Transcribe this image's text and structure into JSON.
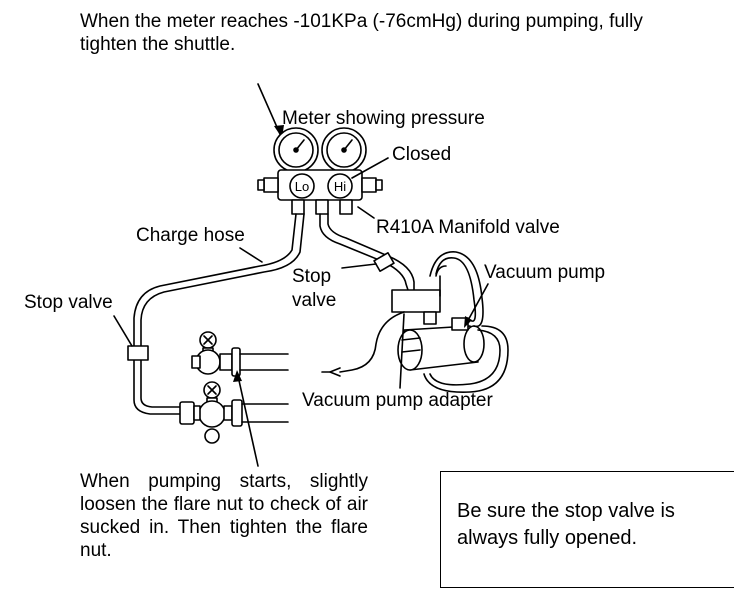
{
  "notes": {
    "top": "When the meter reaches -101KPa (-76cmHg) during pumping, fully tighten the shuttle.",
    "bottom": "When pumping starts, slightly loosen the flare nut to check of air sucked in. Then tighten the flare nut.",
    "boxed": "Be sure the stop valve is always fully opened."
  },
  "labels": {
    "meter": "Meter showing pressure",
    "closed": "Closed",
    "manifold": "R410A Manifold valve",
    "charge_hose": "Charge hose",
    "stop_valve_left": "Stop valve",
    "stop_valve_mid_1": "Stop",
    "stop_valve_mid_2": "valve",
    "vacuum_pump": "Vacuum pump",
    "vacuum_pump_adapter": "Vacuum pump adapter"
  },
  "gauges": {
    "lo": "Lo",
    "hi": "Hi"
  }
}
